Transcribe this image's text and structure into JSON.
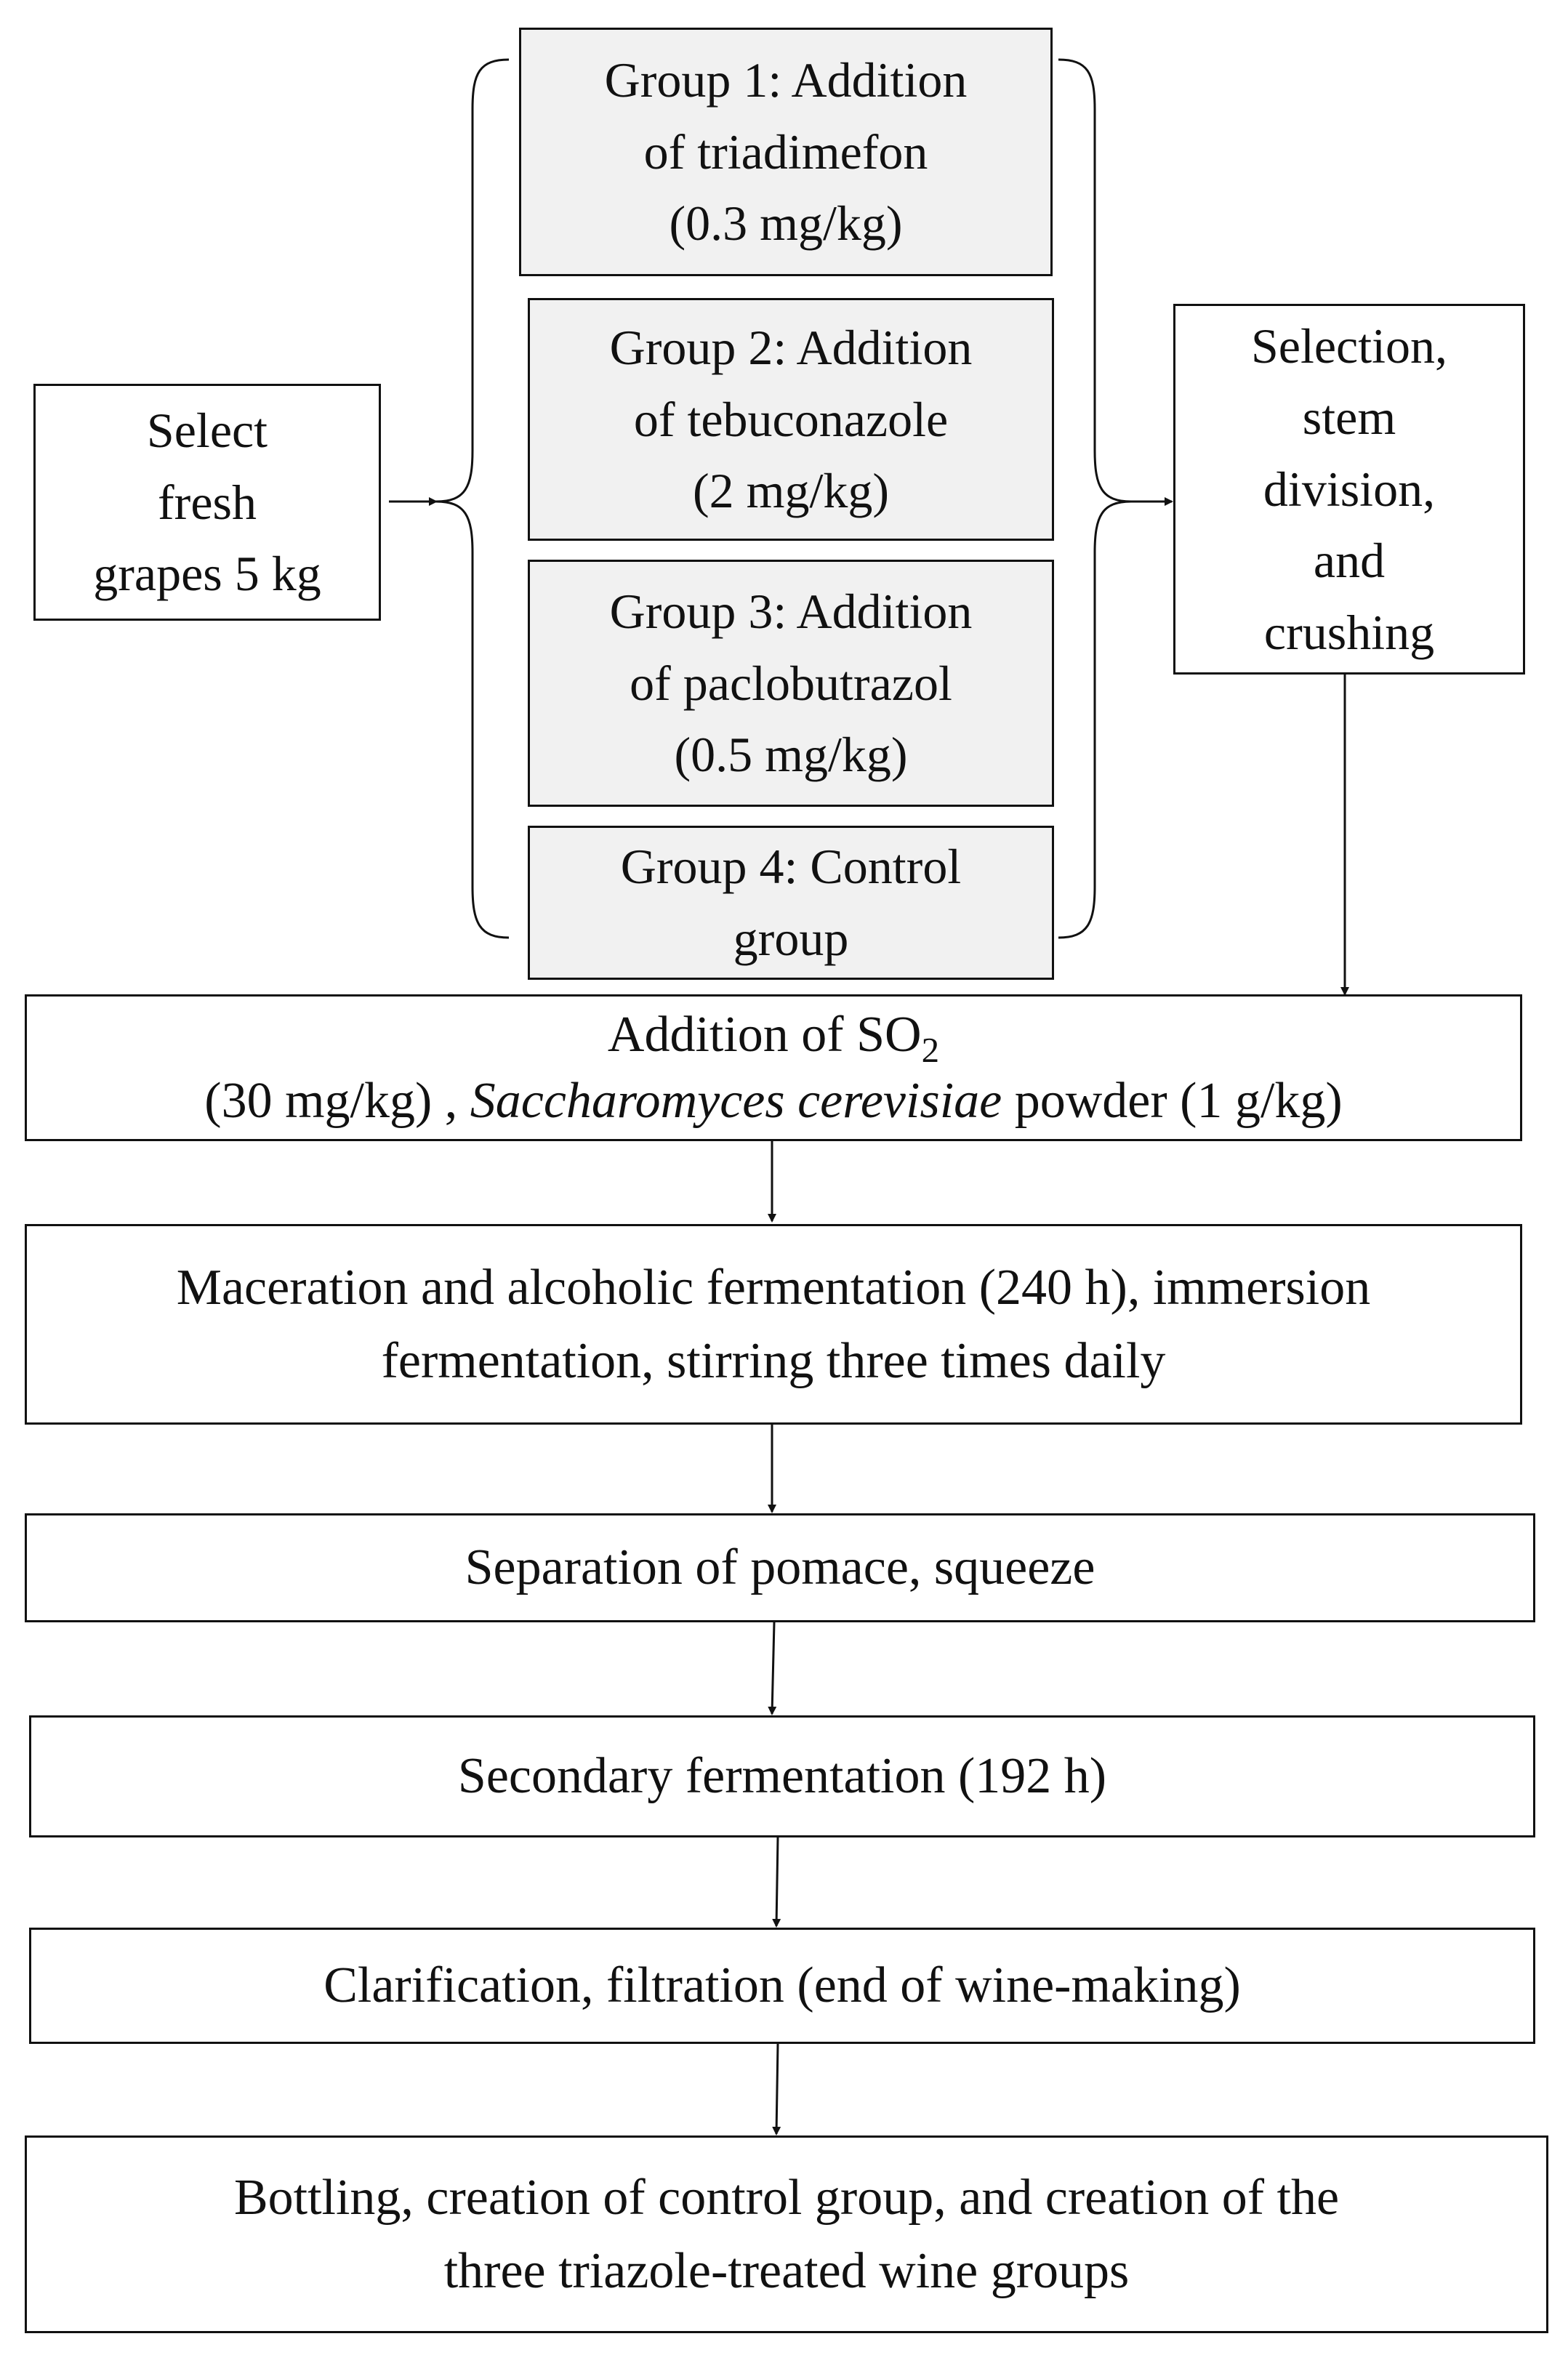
{
  "start": {
    "lines": [
      "Select",
      "fresh",
      "grapes 5 kg"
    ]
  },
  "groups": [
    {
      "lines": [
        "Group 1: Addition",
        "of triadimefon",
        "(0.3 mg/kg)"
      ]
    },
    {
      "lines": [
        "Group 2: Addition",
        "of tebuconazole",
        "(2 mg/kg)"
      ]
    },
    {
      "lines": [
        "Group 3: Addition",
        "of  paclobutrazol",
        "(0.5 mg/kg)"
      ]
    },
    {
      "lines": [
        "Group 4: Control",
        "group"
      ]
    }
  ],
  "selection": {
    "lines": [
      "Selection,",
      "stem",
      "division,",
      "and",
      "crushing"
    ]
  },
  "so2": {
    "line1_prefix": "Addition of SO",
    "line1_sub": "2",
    "line2_before": "(30 mg/kg) , ",
    "line2_italic": "Saccharomyces cerevisiae",
    "line2_after": " powder (1 g/kg)"
  },
  "steps": [
    {
      "lines": [
        "Maceration and alcoholic fermentation (240 h), immersion",
        "fermentation, stirring three times daily"
      ]
    },
    {
      "lines": [
        "Separation of pomace, squeeze"
      ]
    },
    {
      "lines": [
        "Secondary fermentation (192 h)"
      ]
    },
    {
      "lines": [
        "Clarification, filtration (end of wine-making)"
      ]
    },
    {
      "lines": [
        "Bottling, creation of control group, and creation of the",
        "three triazole-treated wine groups"
      ]
    }
  ]
}
